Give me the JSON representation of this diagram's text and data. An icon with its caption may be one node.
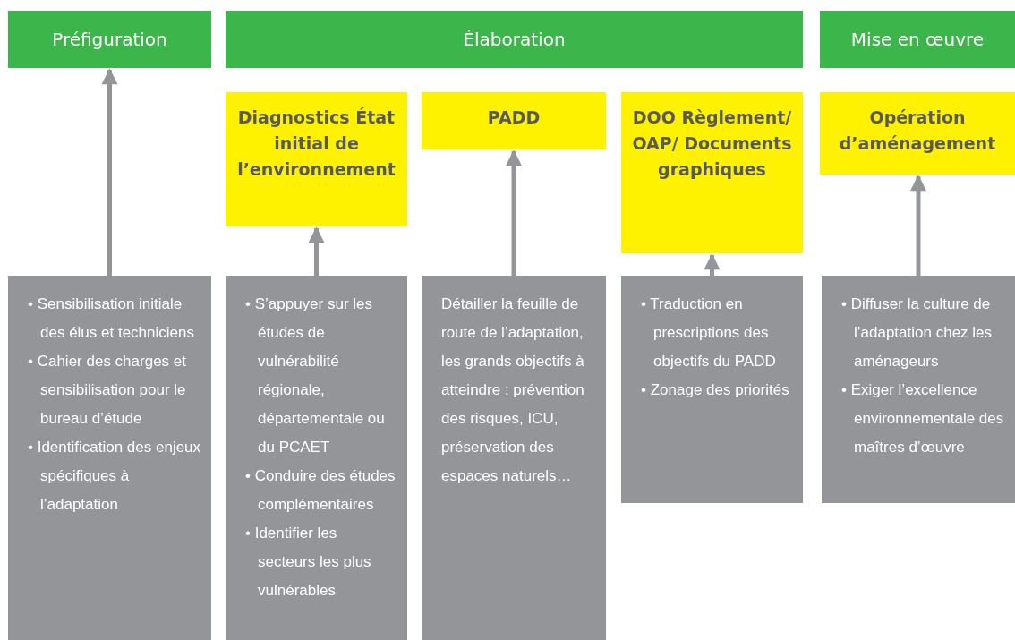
{
  "diagram": {
    "nodes": [
      {
        "text": [
          "Préfiguration"
        ]
      },
      {
        "text": [
          "Élaboration"
        ]
      },
      {
        "text": [
          "Mise en œuvre"
        ]
      },
      {
        "text": [
          "Diagnostics État initial de l’environnement"
        ]
      },
      {
        "text": [
          "PADD"
        ]
      },
      {
        "text": [
          "DOO Règlement/ OAP/ Documents graphiques"
        ]
      },
      {
        "text": [
          "Opération d’aménagement"
        ]
      },
      {
        "text": [
          "• Sensibilisation initiale des élus et techniciens",
          "• Cahier des charges et sensibilisation pour le bureau d’étude",
          "• Identification des enjeux spécifiques à l’adaptation"
        ]
      },
      {
        "text": [
          "• S’appuyer sur les études de vulnérabilité régionale, départementale ou du PCAET",
          "• Conduire des études complémentaires",
          "• Identifier les secteurs les plus vulnérables"
        ]
      },
      {
        "text": [
          "Détailler la feuille de route de l’adaptation, les grands objectifs à atteindre : prévention des risques, ICU, préservation des espaces naturels…"
        ]
      },
      {
        "text": [
          "• Traduction en prescriptions des objectifs du PADD",
          "• Zonage des priorités"
        ]
      },
      {
        "text": [
          "• Diffuser la culture de l’adaptation chez les aménageurs",
          "• Exiger l’excellence environnementale des maîtres d’œuvre"
        ]
      }
    ],
    "edges": [
      {
        "from": 7,
        "to": 0,
        "arrow": "to"
      },
      {
        "from": 8,
        "to": 3,
        "arrow": "to"
      },
      {
        "from": 9,
        "to": 4,
        "arrow": "to"
      },
      {
        "from": 10,
        "to": 5,
        "arrow": "to"
      },
      {
        "from": 11,
        "to": 6,
        "arrow": "to"
      }
    ]
  }
}
